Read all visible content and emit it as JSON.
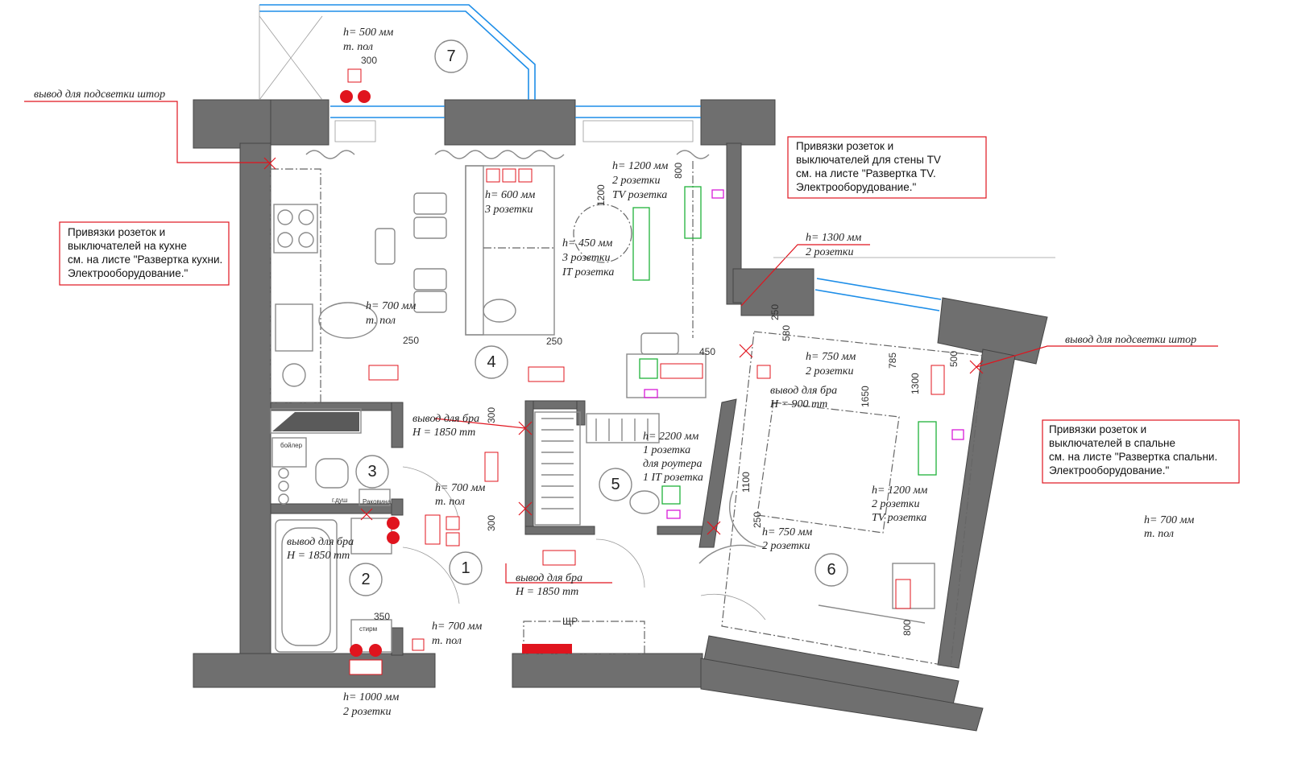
{
  "rooms": [
    "1",
    "2",
    "3",
    "4",
    "5",
    "6",
    "7"
  ],
  "labels": {
    "l7a": "h= 500 мм",
    "l7b": "т. пол",
    "curtain_left": "вывод для подсветки  штор",
    "curtain_right": "вывод для подсветки  штор",
    "l1200a": "h= 1200 мм",
    "l1200b": "2 розетки",
    "l1200c": "TV  розетка",
    "l600a": "h= 600 мм",
    "l600b": "3 розетки",
    "l450a": "h= 450 мм",
    "l450b": "3 розетки",
    "l450c": "IT  розетка",
    "l700ka": "h= 700 мм",
    "l700kb": "т. пол",
    "l1300a": "h= 1300 мм",
    "l1300b": "2 розетки",
    "l750a": "h= 750 мм",
    "l750b": "2 розетки",
    "bra_6a": "вывод для бра",
    "bra_6b": "H = 900 mm",
    "bra_1a": "вывод для бра",
    "bra_1b": "H = 1850 mm",
    "l2200a": "h= 2200 мм",
    "l2200b": "1 розетка",
    "l2200c": "для роутера",
    "l2200d": "1 IT розетка",
    "l700ca": "h= 700 мм",
    "l700cb": "т. пол",
    "bra_2a": "вывод для бра",
    "bra_2b": "H = 1850 mm",
    "l1200ba": "h= 1200 мм",
    "l1200bb": "2 розетки",
    "l1200bc": "TV  розетка",
    "l750ba": "h= 750 мм",
    "l750bb": "2 розетки",
    "bra_5a": "вывод для бра",
    "bra_5b": "H = 1850 mm",
    "l700ha": "h= 700 мм",
    "l700hb": "т. пол",
    "l1000a": "h= 1000 мм",
    "l1000b": "2 розетки",
    "l700ra": "h= 700 мм",
    "l700rb": "т. пол"
  },
  "notes": {
    "tv": [
      "Привязки розеток и",
      "выключателей для стены TV",
      "см. на листе \"Развертка TV.",
      "Электрооборудование.\""
    ],
    "kitchen": [
      "Привязки розеток и",
      "выключателей на кухне",
      "см. на листе \"Развертка кухни.",
      "Электрооборудование.\""
    ],
    "bedroom": [
      "Привязки розеток и",
      "выключателей в спальне",
      "см. на листе \"Развертка спальни.",
      "Электрооборудование.\""
    ]
  },
  "dims": {
    "d300": "300",
    "d1200": "1200",
    "d800": "800",
    "d250a": "250",
    "d250b": "250",
    "d450": "450",
    "d250c": "250",
    "d580": "580",
    "d500": "500",
    "d785": "785",
    "d1300": "1300",
    "d1650": "1650",
    "d300b": "300",
    "d300c": "300",
    "d1100": "1100",
    "d250d": "250",
    "d350": "350",
    "d800b": "800"
  },
  "small": {
    "boiler": "бойлер",
    "rakovina": "Раковина",
    "gdush": "г.душ",
    "shr": "ЩР",
    "stir": "стирм"
  },
  "colors": {
    "wall": "#6f6f6f",
    "electric": "#e0141e",
    "window": "#1e8ee8",
    "lowcurrent": "#1fb23a",
    "it": "#d81bd8"
  }
}
